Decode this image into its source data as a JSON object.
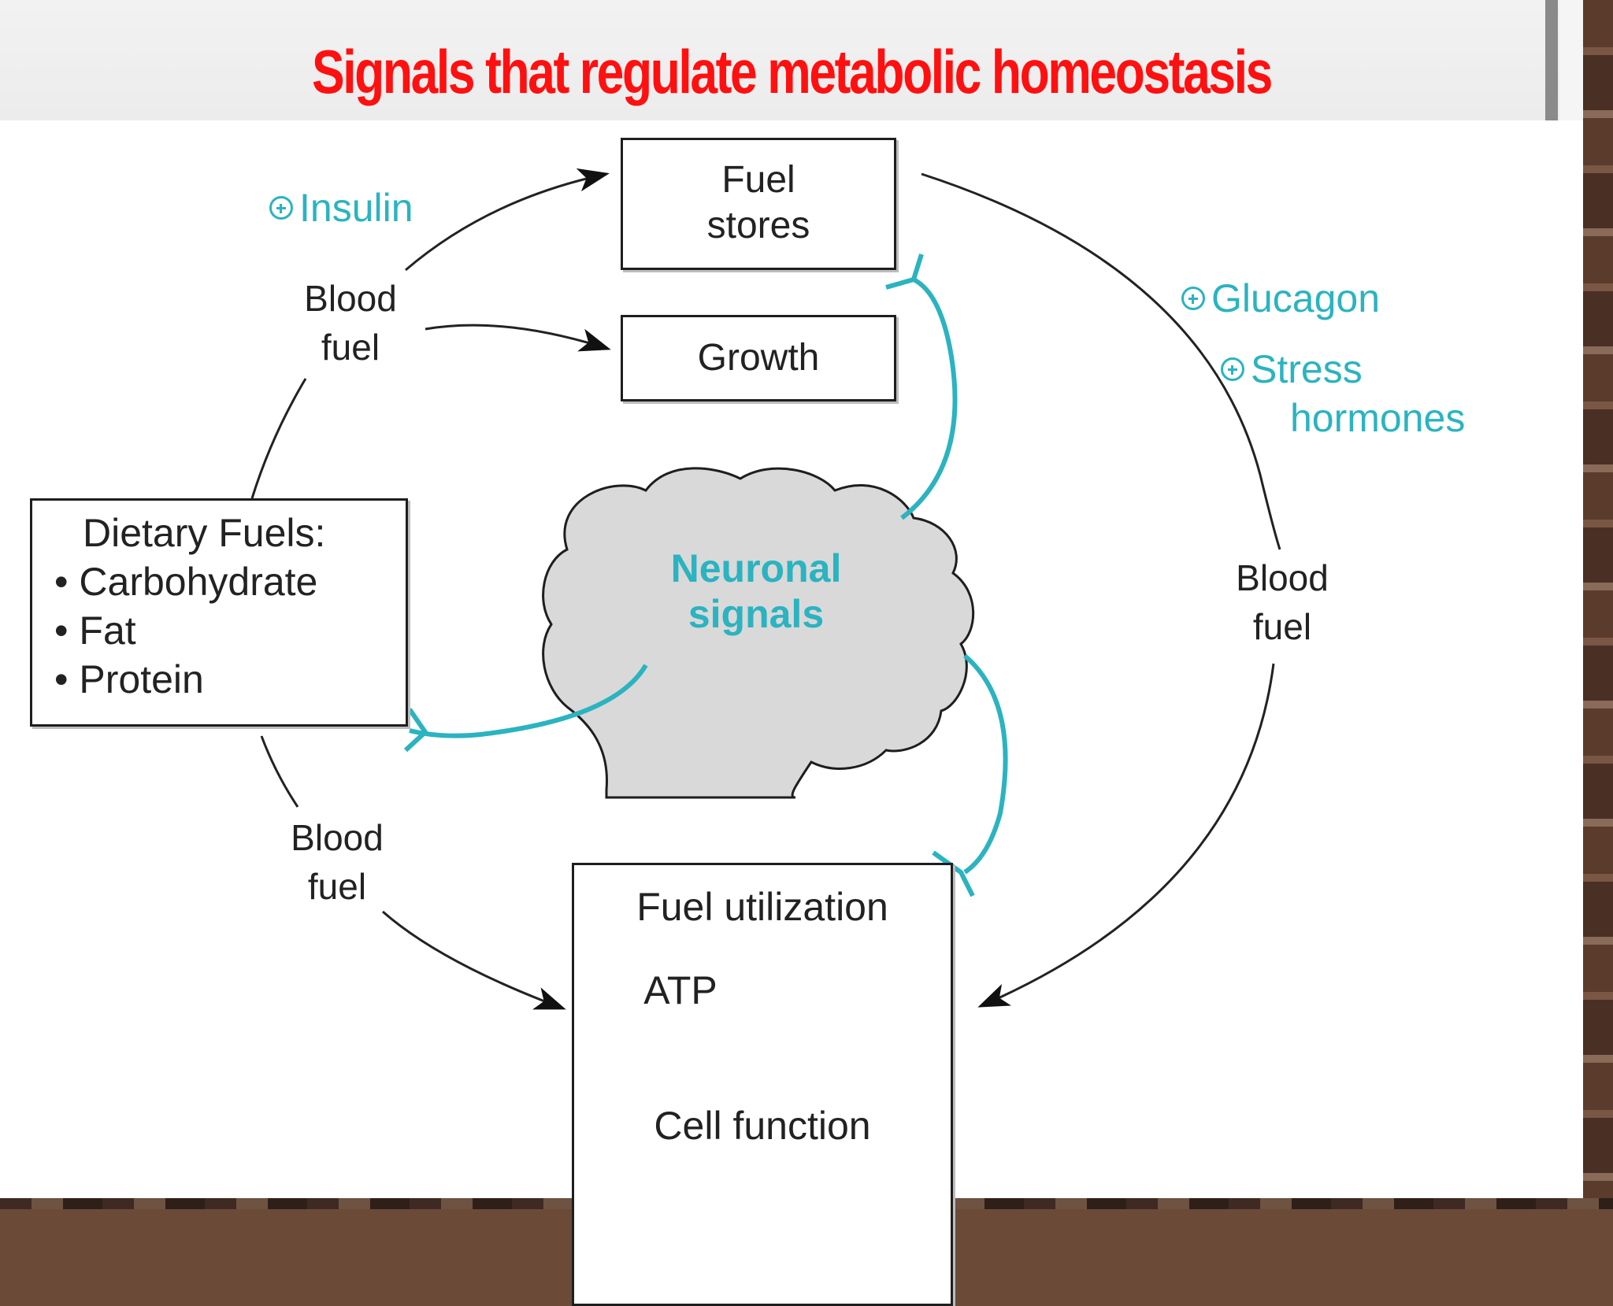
{
  "slide": {
    "title": "Signals that regulate metabolic homeostasis"
  },
  "diagram": {
    "fuel_stores": [
      "Fuel",
      "stores"
    ],
    "growth": "Growth",
    "dietary": {
      "heading": "Dietary Fuels:",
      "items": [
        "• Carbohydrate",
        "• Fat",
        "• Protein"
      ]
    },
    "neuronal_signals": [
      "Neuronal",
      "signals"
    ],
    "fuel_utilization": {
      "heading": "Fuel utilization",
      "atp": "ATP",
      "cell_function": "Cell function"
    },
    "blood_fuel_top_left": [
      "Blood",
      "fuel"
    ],
    "blood_fuel_bottom_left": [
      "Blood",
      "fuel"
    ],
    "blood_fuel_right": [
      "Blood",
      "fuel"
    ],
    "insulin": "Insulin",
    "glucagon": "Glucagon",
    "stress_hormones": [
      "Stress",
      "hormones"
    ],
    "colors": {
      "signal": "#2bb3c0",
      "title": "#ff1010",
      "brain_fill": "#d9d9d9"
    }
  }
}
